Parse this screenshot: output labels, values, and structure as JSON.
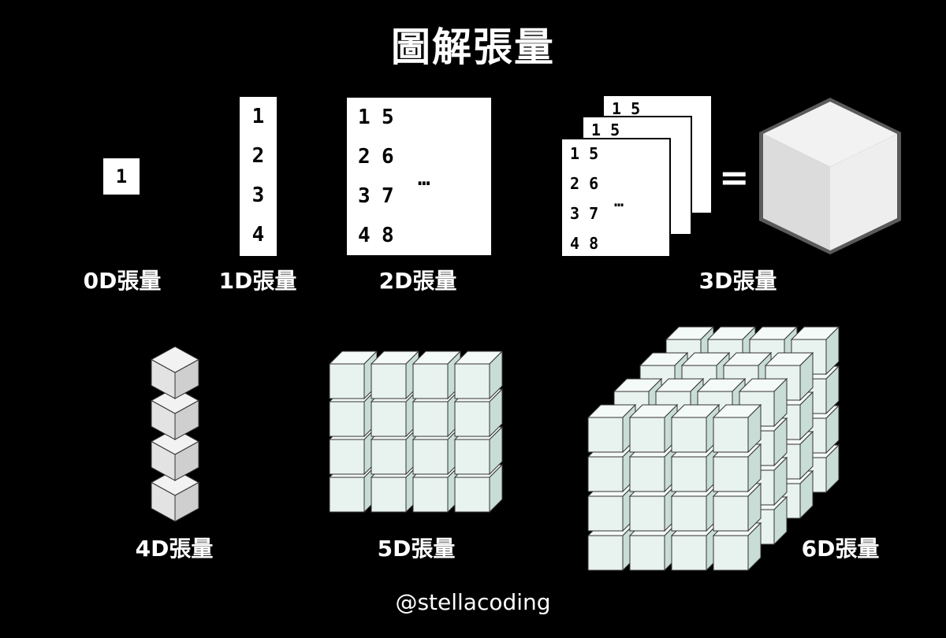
{
  "title": "圖解張量",
  "footer": "@stellacoding",
  "equals": "=",
  "ellipsis": "…",
  "labels": {
    "d0": "0D張量",
    "d1": "1D張量",
    "d2": "2D張量",
    "d3": "3D張量",
    "d4": "4D張量",
    "d5": "5D張量",
    "d6": "6D張量"
  },
  "tensor0": "1",
  "tensor1": [
    "1",
    "2",
    "3",
    "4"
  ],
  "tensor2": {
    "col1": [
      "1",
      "2",
      "3",
      "4"
    ],
    "col2": [
      "5",
      "6",
      "7",
      "8"
    ]
  },
  "tensor3": {
    "back_row": "1 5",
    "mid_row": "1 5",
    "front_rows": [
      "1 5",
      "2 6",
      "3 7",
      "4 8"
    ]
  },
  "colors": {
    "background": "#000000",
    "text": "#ffffff",
    "cube_grey_top": "#f2f2f2",
    "cube_grey_left": "#e3e3e3",
    "cube_grey_right": "#cfcfcf",
    "cube_mint_front": "#e8f2ef",
    "cube_mint_top": "#f4faf8",
    "cube_mint_side": "#c9ddd7"
  }
}
